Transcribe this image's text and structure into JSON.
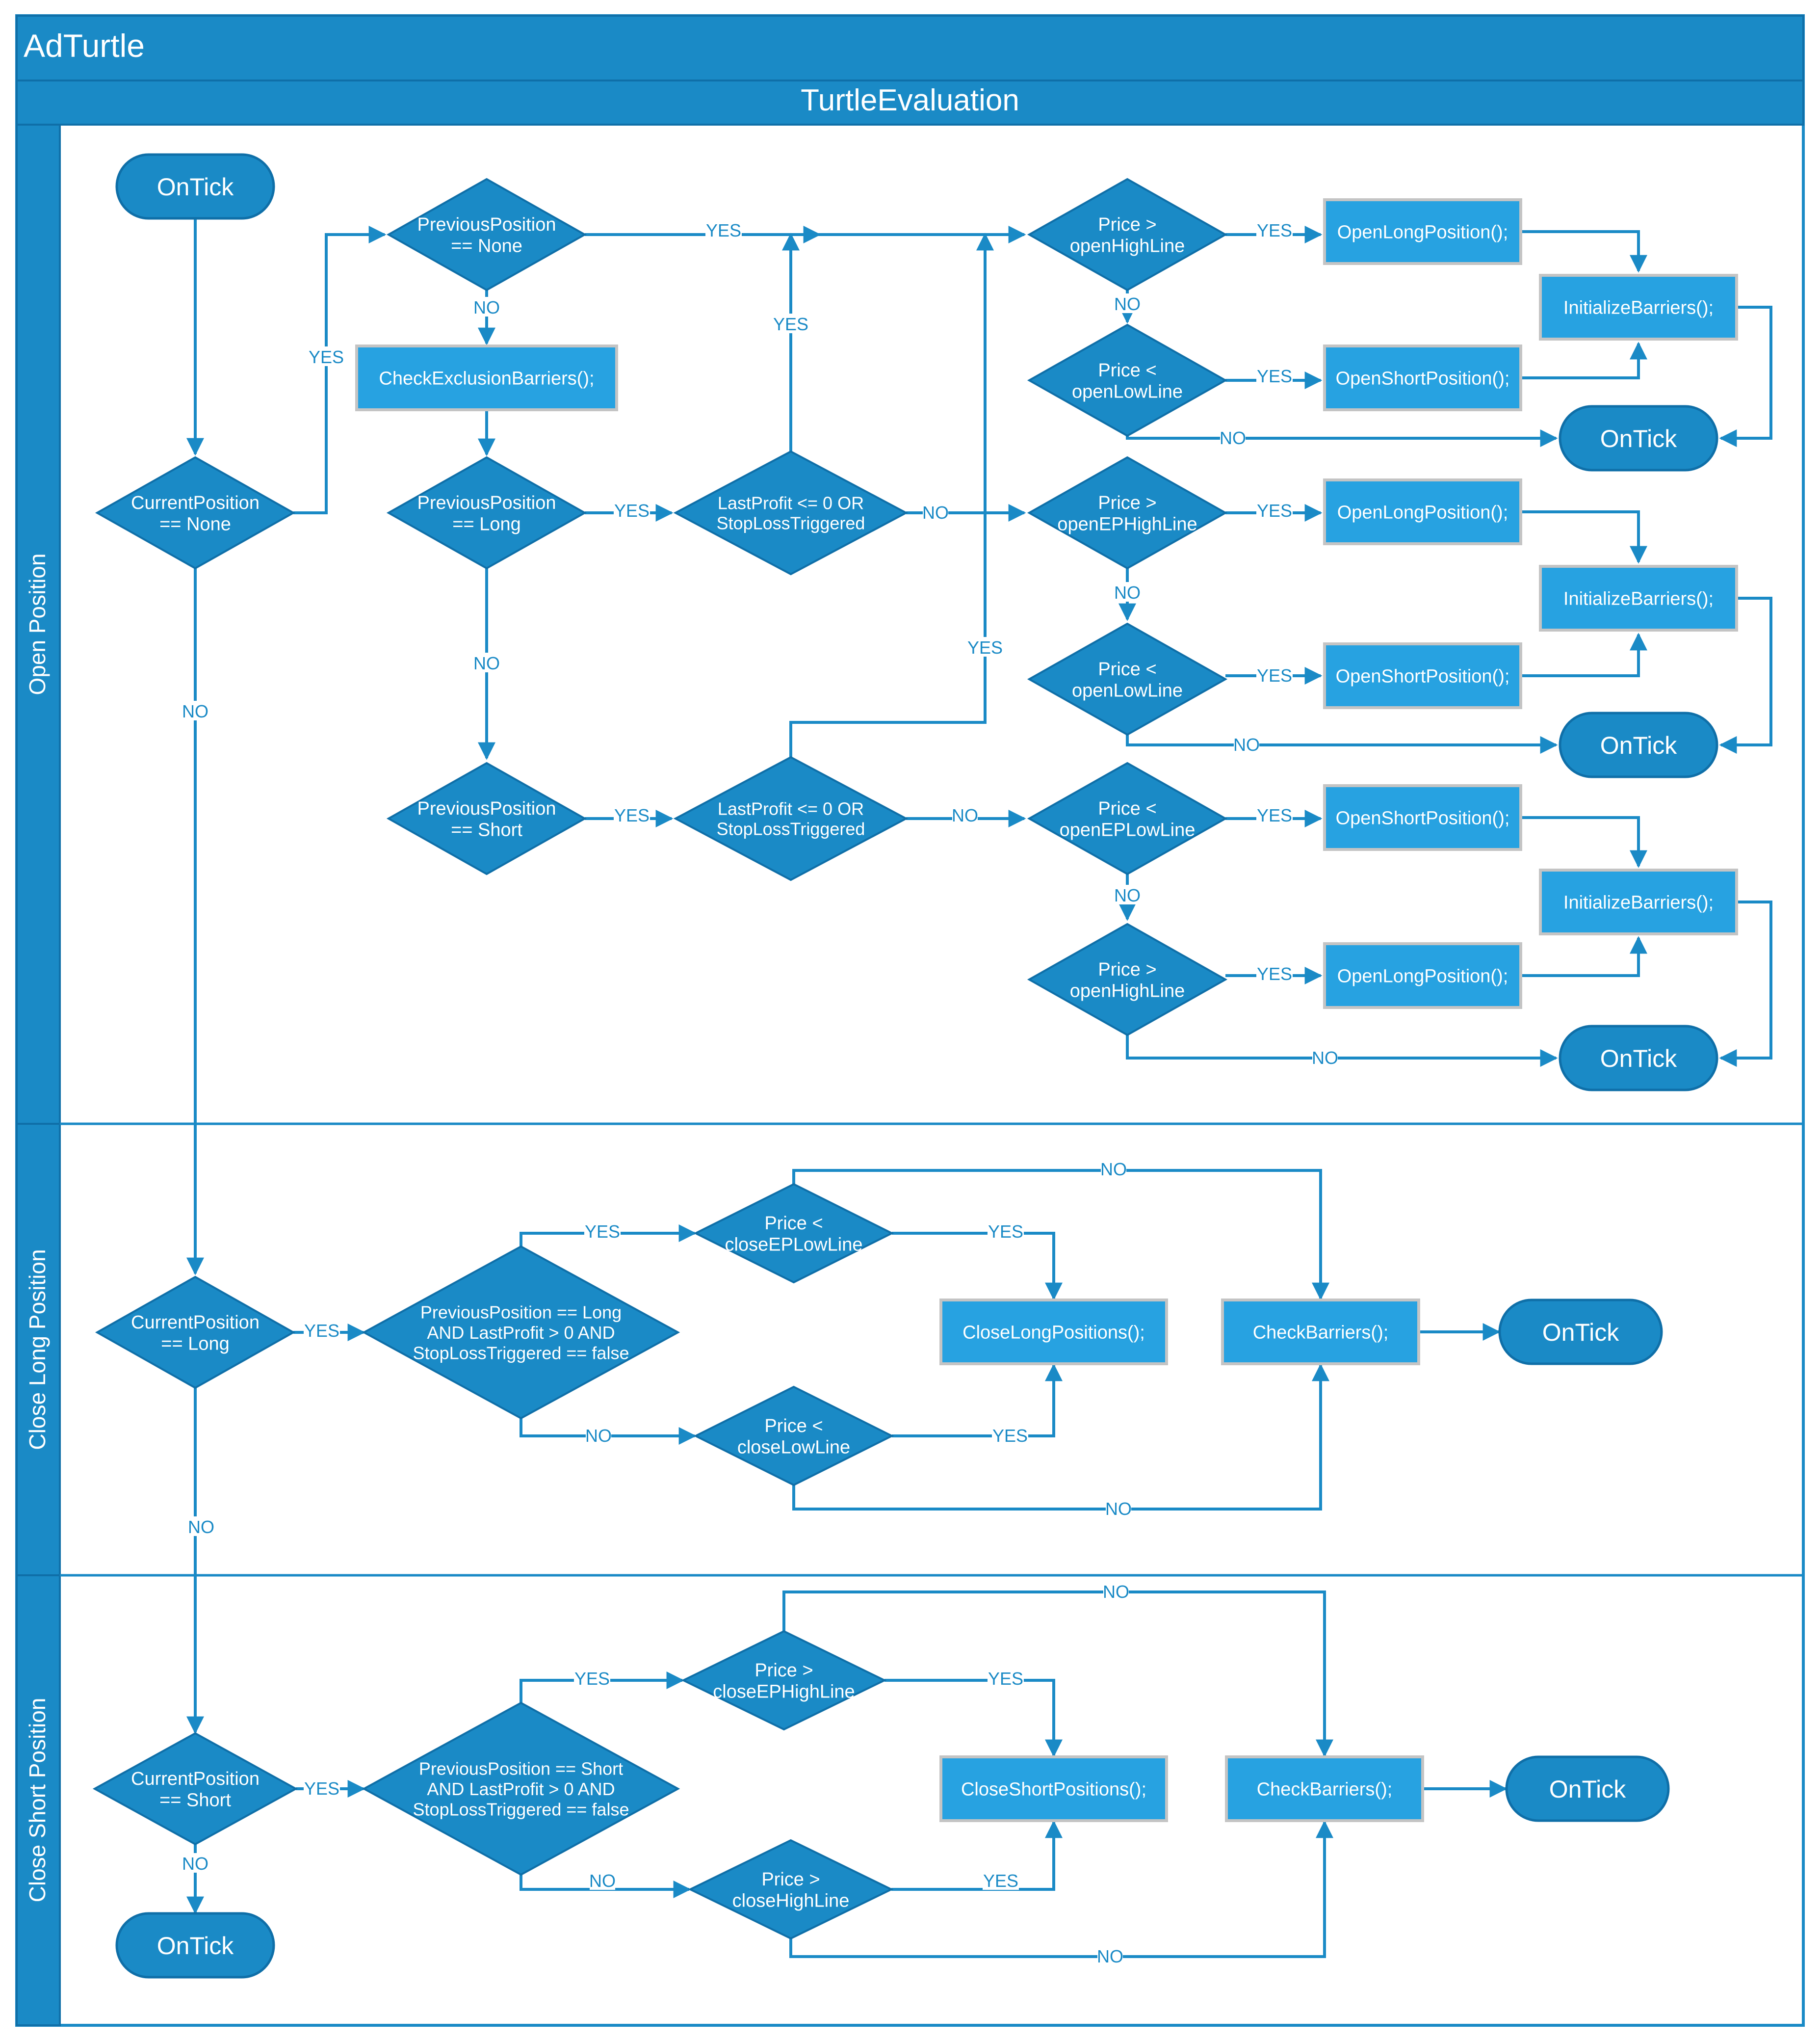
{
  "title": "AdTurtle",
  "subtitle": "TurtleEvaluation",
  "lanes": [
    "Open Position",
    "Close Long Position",
    "Close Short Position"
  ],
  "colors": {
    "primary": "#1a8ac6",
    "process": "#27a2e1",
    "process_border": "#c4c4c4",
    "dark": "#0f6fa8",
    "bg": "#ffffff"
  },
  "nodes": {
    "start": "OnTick",
    "d_cur_none": "CurrentPosition\n== None",
    "d_prev_none": "PreviousPosition\n== None",
    "p_check_excl": "CheckExclusionBarriers();",
    "d_prev_long": "PreviousPosition\n== Long",
    "d_prev_short": "PreviousPosition\n== Short",
    "d_lp1": "LastProfit <= 0 OR\nStopLossTriggered",
    "d_lp2": "LastProfit <= 0 OR\nStopLossTriggered",
    "d_ph1": "Price >\nopenHighLine",
    "d_pl1": "Price <\nopenLowLine",
    "p_ol1": "OpenLongPosition();",
    "p_os1": "OpenShortPosition();",
    "p_ib1": "InitializeBarriers();",
    "t_ot1": "OnTick",
    "d_peh": "Price >\nopenEPHighLine",
    "d_pl2": "Price <\nopenLowLine",
    "p_ol2": "OpenLongPosition();",
    "p_os2": "OpenShortPosition();",
    "p_ib2": "InitializeBarriers();",
    "t_ot2": "OnTick",
    "d_pel": "Price <\nopenEPLowLine",
    "d_ph3": "Price >\nopenHighLine",
    "p_os3": "OpenShortPosition();",
    "p_ol3": "OpenLongPosition();",
    "p_ib3": "InitializeBarriers();",
    "t_ot3": "OnTick",
    "d_cur_long": "CurrentPosition\n== Long",
    "d_cl_big": "PreviousPosition == Long\nAND LastProfit > 0  AND\nStopLossTriggered == false",
    "d_cepl": "Price <\ncloseEPLowLine",
    "d_cll": "Price <\ncloseLowLine",
    "p_clp": "CloseLongPositions();",
    "p_cb1": "CheckBarriers();",
    "t_ot4": "OnTick",
    "d_cur_short": "CurrentPosition\n== Short",
    "d_cs_big": "PreviousPosition == Short\nAND LastProfit > 0  AND\nStopLossTriggered == false",
    "d_ceph": "Price >\ncloseEPHighLine",
    "d_chl": "Price >\ncloseHighLine",
    "p_csp": "CloseShortPositions();",
    "p_cb2": "CheckBarriers();",
    "t_ot5": "OnTick",
    "t_ot6": "OnTick"
  },
  "edge_labels": {
    "yes": "YES",
    "no": "NO"
  }
}
